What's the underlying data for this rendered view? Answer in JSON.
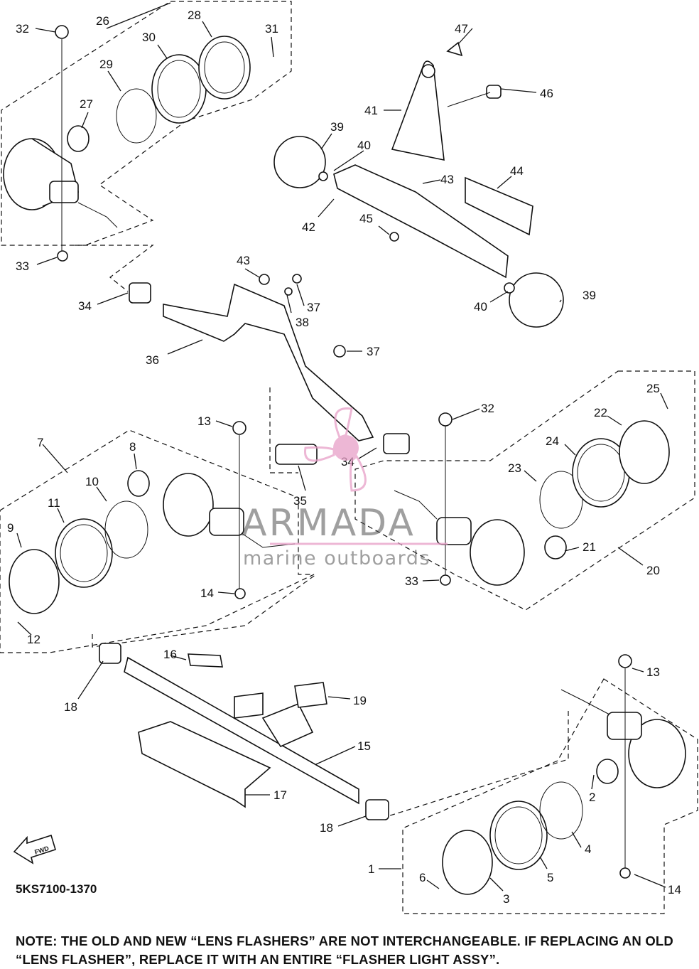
{
  "diagram": {
    "drawing_code": "5KS7100-1370",
    "note": "NOTE: THE OLD AND NEW “LENS FLASHERS” ARE NOT INTERCHANGEABLE. IF REPLACING AN OLD “LENS FLASHER”, REPLACE IT WITH AN ENTIRE “FLASHER LIGHT ASSY”.",
    "fwd_label": "FWD",
    "watermark": {
      "name": "ARMADA",
      "subtitle": "marine outboards",
      "color": "#e8a0c8"
    },
    "callouts": {
      "c1": "1",
      "c2": "2",
      "c3": "3",
      "c4": "4",
      "c5": "5",
      "c6": "6",
      "c7": "7",
      "c8": "8",
      "c9": "9",
      "c10": "10",
      "c11": "11",
      "c12": "12",
      "c13a": "13",
      "c13b": "13",
      "c14a": "14",
      "c14b": "14",
      "c15": "15",
      "c16": "16",
      "c17": "17",
      "c18a": "18",
      "c18b": "18",
      "c19": "19",
      "c20": "20",
      "c21": "21",
      "c22": "22",
      "c23": "23",
      "c24": "24",
      "c25": "25",
      "c26": "26",
      "c27": "27",
      "c28": "28",
      "c29": "29",
      "c30": "30",
      "c31": "31",
      "c32a": "32",
      "c32b": "32",
      "c33a": "33",
      "c33b": "33",
      "c34a": "34",
      "c34b": "34",
      "c35": "35",
      "c36": "36",
      "c37a": "37",
      "c37b": "37",
      "c38": "38",
      "c39a": "39",
      "c39b": "39",
      "c40a": "40",
      "c40b": "40",
      "c41": "41",
      "c42": "42",
      "c43a": "43",
      "c43b": "43",
      "c44": "44",
      "c45": "45",
      "c46": "46",
      "c47": "47"
    }
  }
}
